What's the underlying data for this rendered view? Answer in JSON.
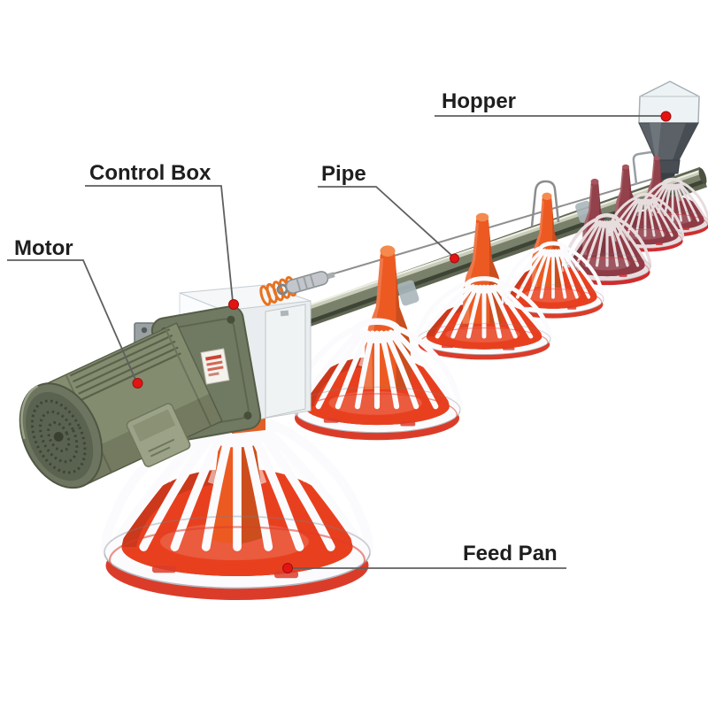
{
  "diagram": {
    "type": "labeled-diagram",
    "subject_labels_count": 5,
    "labels": {
      "motor": "Motor",
      "control_box": "Control Box",
      "pipe": "Pipe",
      "hopper": "Hopper",
      "feed_pan": "Feed Pan"
    },
    "colors": {
      "background": "#ffffff",
      "label_text": "#1e1e1e",
      "leader_line": "#5f5f5f",
      "annotation_dot": "#e41414",
      "pan_orange": "#e8401f",
      "pan_maroon": "#8e3b46",
      "tube_orange": "#ec5a22",
      "cage_white": "#fbfbfd",
      "pipe_olive": "#79816b",
      "motor_olive": "#848c70",
      "hopper_gray": "#5b6167",
      "box_white": "#f5f7f8"
    }
  }
}
